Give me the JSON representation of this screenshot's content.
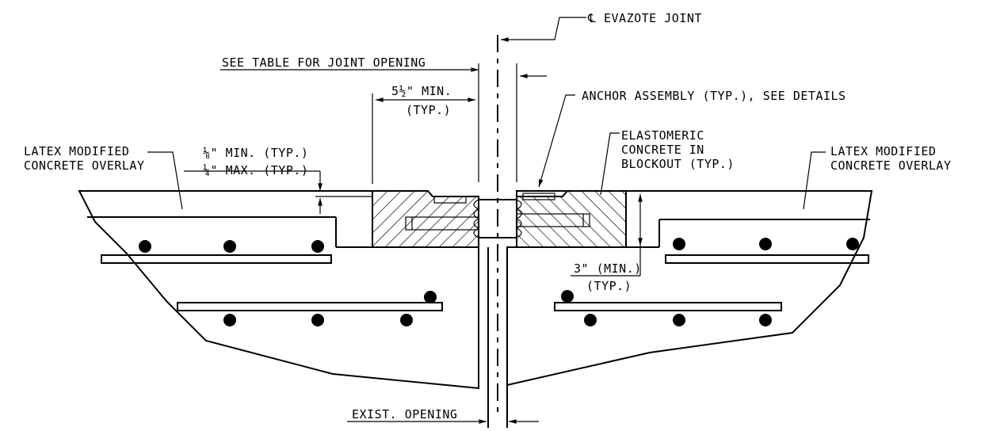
{
  "labels": {
    "cl_joint": "EVAZOTE JOINT",
    "cl_symbol": "℄",
    "see_table": "SEE TABLE FOR JOINT OPENING",
    "min_5_5": "5½\" MIN.",
    "typ_a": "(TYP.)",
    "anchor": "ANCHOR ASSEMBLY (TYP.), SEE DETAILS",
    "latex_left_1": "LATEX MODIFIED",
    "latex_left_2": "CONCRETE OVERLAY",
    "latex_right_1": "LATEX MODIFIED",
    "latex_right_2": "CONCRETE OVERLAY",
    "min_1_8": "⅛\" MIN. (TYP.)",
    "max_1_4": "¼\" MAX. (TYP.)",
    "elast_1": "ELASTOMERIC",
    "elast_2": "CONCRETE IN",
    "elast_3": "BLOCKOUT (TYP.)",
    "min_3": "3\" (MIN.)",
    "typ_b": "(TYP.)",
    "exist_opening": "EXIST. OPENING"
  }
}
